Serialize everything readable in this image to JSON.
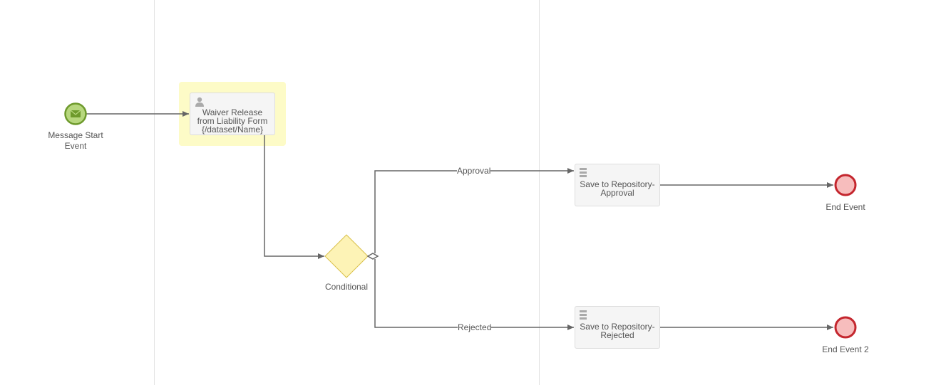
{
  "nodes": {
    "start": {
      "label_line1": "Message Start",
      "label_line2": "Event",
      "icon": "envelope-icon"
    },
    "user_task": {
      "line1": "Waiver Release",
      "line2": "from Liability Form",
      "line3": "{/dataset/Name}",
      "icon": "user-icon"
    },
    "gateway": {
      "label": "Conditional"
    },
    "save_approval": {
      "line1": "Save to Repository-",
      "line2": "Approval",
      "icon": "server-icon"
    },
    "save_rejected": {
      "line1": "Save to Repository-",
      "line2": "Rejected",
      "icon": "server-icon"
    },
    "end1": {
      "label": "End Event"
    },
    "end2": {
      "label": "End Event 2"
    }
  },
  "flows": {
    "approval": "Approval",
    "rejected": "Rejected"
  },
  "colors": {
    "start_fill": "#b7d77e",
    "start_stroke": "#6e9a2c",
    "end_fill": "#f7bdbd",
    "end_stroke": "#c4262e",
    "gateway_fill": "#fdf3b6",
    "highlight": "#fdfbc7",
    "line": "#666666"
  }
}
